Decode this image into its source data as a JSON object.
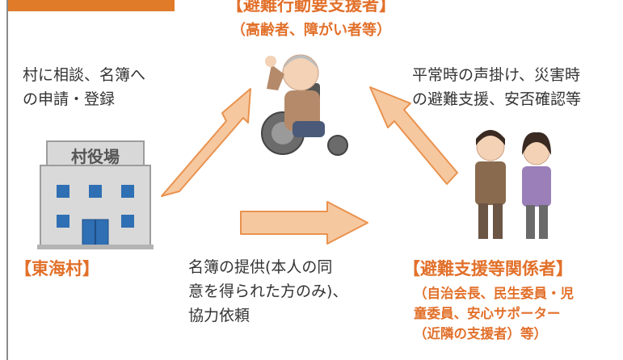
{
  "header": {
    "title": "【避難行動要支援者】",
    "subtitle": "（高齢者、障がい者等）"
  },
  "notes": {
    "left_top": [
      "村に相談、名簿へ",
      "の申請・登録"
    ],
    "right_top": [
      "平常時の声掛け、災害時",
      "の避難支援、安否確認等"
    ],
    "middle_bottom": [
      "名簿の提供(本人の同",
      "意を得られた方のみ)、",
      "協力依頼"
    ]
  },
  "village": {
    "sign_text": "村役場",
    "label": "【東海村】"
  },
  "supporters": {
    "label": "【避難支援等関係者】",
    "sub_lines": [
      "（自治会長、民生委員・児",
      "童委員、安心サポーター",
      "（近隣の支援者）等）"
    ]
  },
  "colors": {
    "accent": "#e2702a",
    "arrow_fill": "#f6c8a0",
    "arrow_stroke": "#e9924e",
    "building": "#d9d9d9",
    "window": "#2f6fb3"
  }
}
